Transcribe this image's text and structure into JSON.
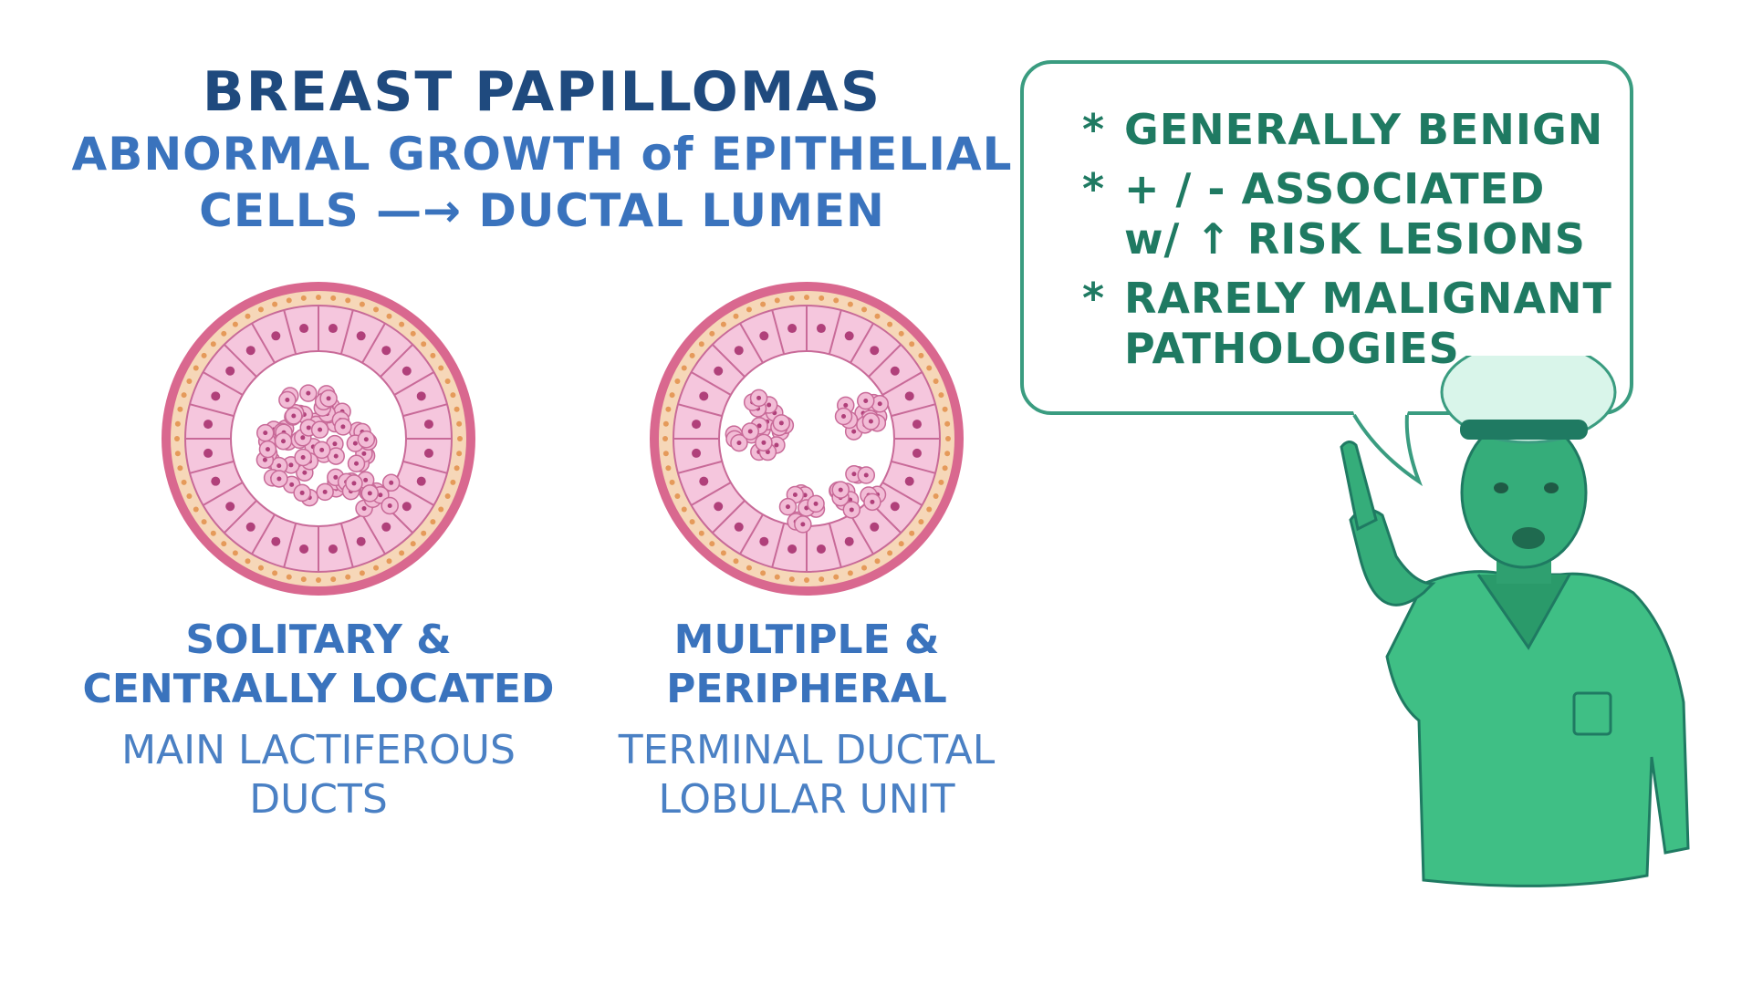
{
  "title": "BREAST PAPILLOMAS",
  "subtitle": {
    "line1": "ABNORMAL GROWTH of EPITHELIAL",
    "line2": "CELLS —→ DUCTAL LUMEN"
  },
  "left": {
    "heading1": "SOLITARY &",
    "heading2": "CENTRALLY LOCATED",
    "sub1": "MAIN LACTIFEROUS",
    "sub2": "DUCTS"
  },
  "right": {
    "heading1": "MULTIPLE &",
    "heading2": "PERIPHERAL",
    "sub1": "TERMINAL DUCTAL",
    "sub2": "LOBULAR UNIT"
  },
  "bubble": {
    "bullet": "*",
    "lines": [
      "GENERALLY BENIGN",
      "+ / - ASSOCIATED",
      "w/ ↑ RISK LESIONS",
      "RARELY MALIGNANT",
      "PATHOLOGIES"
    ]
  },
  "colors": {
    "title": "#1f4a7e",
    "subtitle": "#3a73bd",
    "bubble_text": "#1f7a62",
    "nurse": "#3fbf85"
  }
}
